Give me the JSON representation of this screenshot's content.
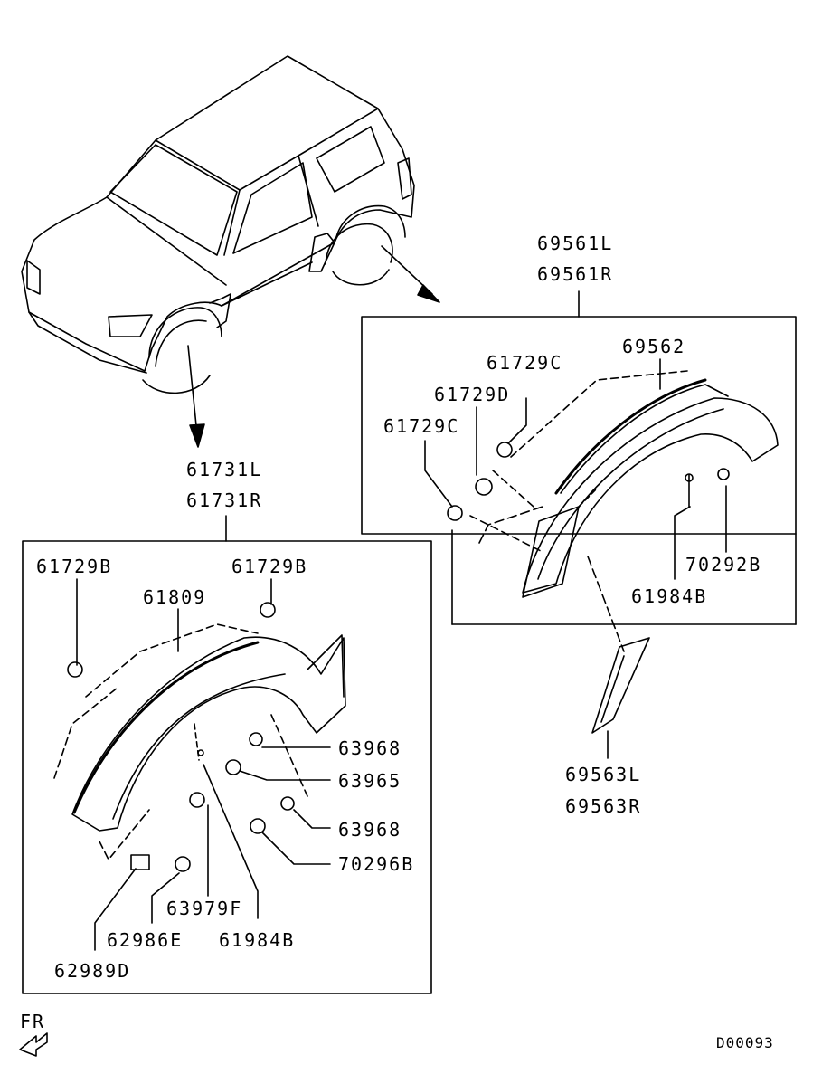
{
  "diagram_code": "D00093",
  "direction_marker": "FR",
  "callouts": {
    "rear_assembly": [
      "69561L",
      "69561R"
    ],
    "rear_molding": "69562",
    "rear_clip_c_top": "61729C",
    "rear_clip_d": "61729D",
    "rear_clip_c_left": "61729C",
    "rear_screw": "70292B",
    "rear_rivet": "61984B",
    "rear_mudguard": [
      "69563L",
      "69563R"
    ],
    "front_assembly": [
      "61731L",
      "61731R"
    ],
    "front_clip_b_left": "61729B",
    "front_clip_b_right": "61729B",
    "front_molding": "61809",
    "front_nut_top": "63968",
    "front_screw": "63965",
    "front_nut_bottom": "63968",
    "front_bolt": "70296B",
    "front_washer": "63979F",
    "front_rivet": "61984B",
    "front_grommet": "62986E",
    "front_clip_d": "62989D"
  },
  "colors": {
    "line": "#000000",
    "background": "#ffffff"
  }
}
